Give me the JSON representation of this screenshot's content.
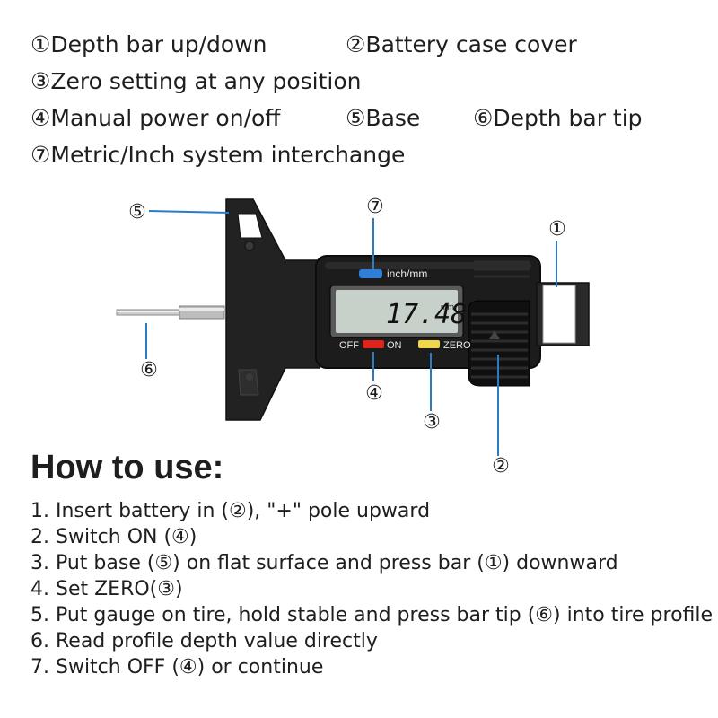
{
  "legend": {
    "item1": "①Depth bar up/down",
    "item2": "②Battery case cover",
    "item3": "③Zero setting at any position",
    "item4": "④Manual power on/off",
    "item5": "⑤Base",
    "item6": "⑥Depth bar tip",
    "item7": "⑦Metric/Inch system interchange"
  },
  "device": {
    "unit_button_label": "inch/mm",
    "lcd_reading": "17.48",
    "lcd_unit": "mm",
    "off_label": "OFF",
    "on_label": "ON",
    "zero_label": "ZERO",
    "callouts": [
      "①",
      "②",
      "③",
      "④",
      "⑤",
      "⑥",
      "⑦"
    ],
    "colors": {
      "body": "#1c1c1c",
      "lcd": "#c7d0c9",
      "callout_line": "#2a7bc4",
      "unit_button": "#2f7fd6",
      "on_button": "#e0241c",
      "zero_button": "#f0d64a"
    }
  },
  "how_to_use": {
    "title": "How to use:",
    "steps": [
      "1. Insert battery in (②), \"+\" pole upward",
      "2. Switch ON (④)",
      "3. Put base (⑤) on flat surface and press bar (①) downward",
      "4. Set ZERO(③)",
      "5. Put gauge on tire, hold stable and press bar tip (⑥) into tire profile",
      "6. Read profile depth value directly",
      "7. Switch OFF (④) or continue"
    ]
  }
}
